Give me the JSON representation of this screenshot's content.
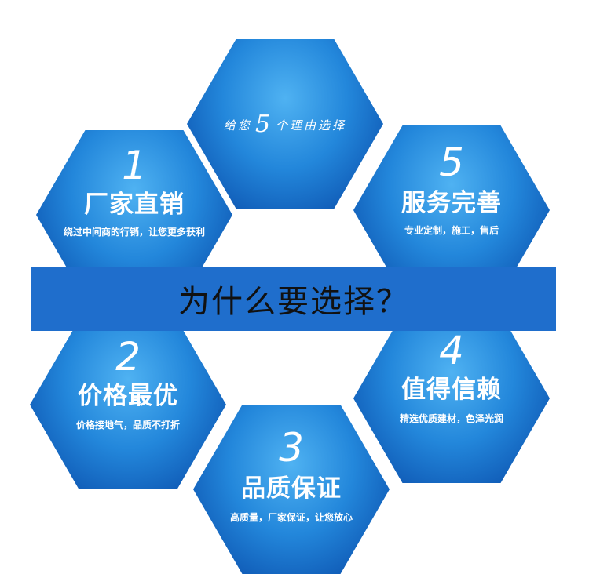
{
  "top": {
    "prefix": "给您",
    "number": "5",
    "suffix": "个理由选择"
  },
  "banner": {
    "text": "为什么要选择？"
  },
  "hexes": {
    "h1": {
      "number": "1",
      "title": "厂家直销",
      "subtitle": "绕过中间商的行销，让您更多获利"
    },
    "h5": {
      "number": "5",
      "title": "服务完善",
      "subtitle": "专业定制，施工，售后"
    },
    "h2": {
      "number": "2",
      "title": "价格最优",
      "subtitle": "价格接地气，品质不打折"
    },
    "h4": {
      "number": "4",
      "title": "值得信赖",
      "subtitle": "精选优质建材，色泽光润"
    },
    "h3": {
      "number": "3",
      "title": "品质保证",
      "subtitle": "高质量，厂家保证，让您放心"
    }
  },
  "colors": {
    "hex_blue": "#1c7ad6",
    "banner_blue": "#1f6ecc"
  }
}
